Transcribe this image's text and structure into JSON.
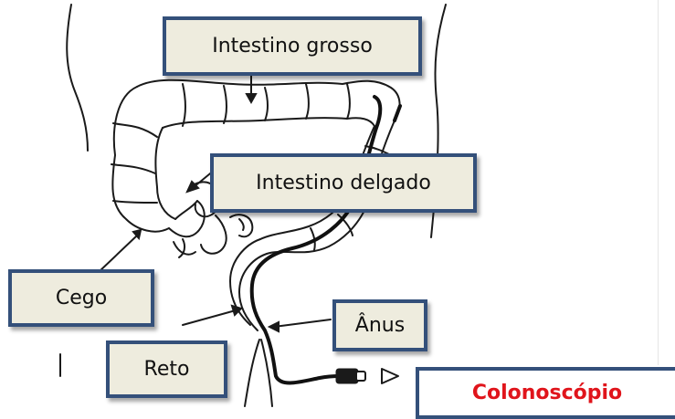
{
  "labels": {
    "intestino_grosso": "Intestino grosso",
    "intestino_delgado": "Intestino delgado",
    "cego": "Cego",
    "reto": "Reto",
    "anus": "Ânus",
    "colonoscopio": "Colonoscópio"
  },
  "colors": {
    "box_fill": "#eeecde",
    "box_border": "#34507a",
    "highlight_text": "#e0141b",
    "drawing_ink": "#1a1a1a",
    "scope_tube": "#111111"
  }
}
